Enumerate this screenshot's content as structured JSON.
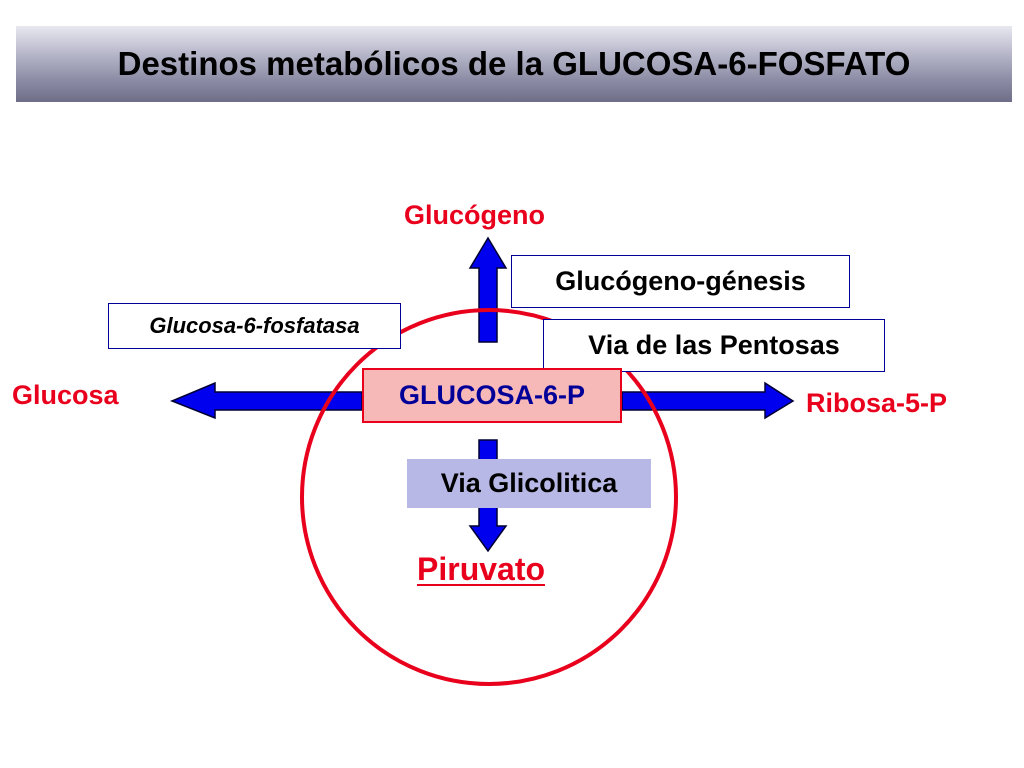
{
  "title": "Destinos metabólicos de la GLUCOSA-6-FOSFATO",
  "nodes": {
    "center": "GLUCOSA-6-P",
    "top": "Glucógeno",
    "left": "Glucosa",
    "right": "Ribosa-5-P",
    "bottom": "Piruvato"
  },
  "pathways": {
    "glycogenesis": "Glucógeno-génesis",
    "phosphatase": "Glucosa-6-fosfatasa",
    "pentoses": "Via de las Pentosas",
    "glycolysis": "Via Glicolitica"
  },
  "colors": {
    "arrow_fill": "#0000ee",
    "arrow_stroke": "#000033",
    "highlight_red": "#e8001c",
    "center_box_fill": "#f7b8b8",
    "glycolysis_box_fill": "#b8b8e6",
    "pathway_box_border": "#000099"
  }
}
